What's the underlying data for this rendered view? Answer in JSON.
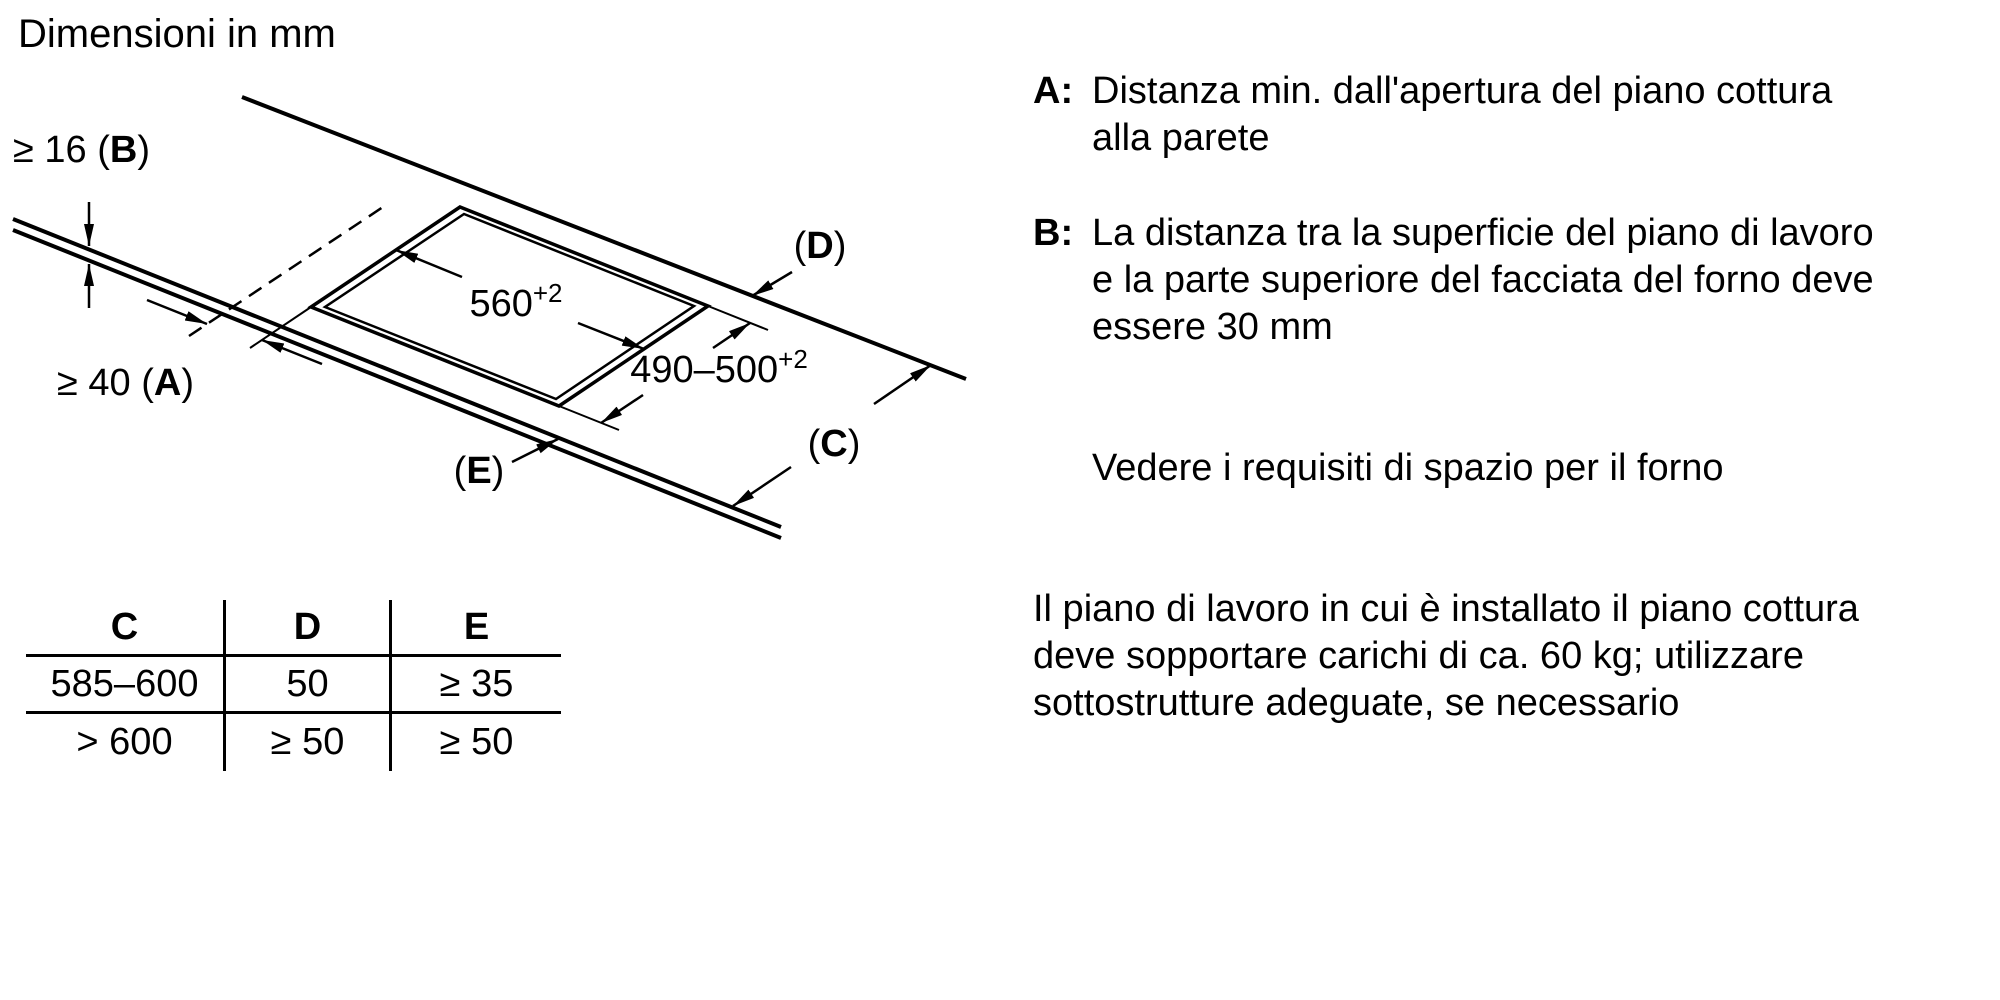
{
  "title": "Dimensioni in mm",
  "diagram": {
    "dim_b": {
      "pre": "≥ 16 (",
      "letter": "B",
      "post": ")"
    },
    "dim_a": {
      "pre": "≥ 40 (",
      "letter": "A",
      "post": ")"
    },
    "dim_width": {
      "value": "560",
      "sup": "+2"
    },
    "dim_depth": {
      "value": "490–500",
      "sup": "+2"
    },
    "label_c": {
      "pre": "(",
      "letter": "C",
      "post": ")"
    },
    "label_d": {
      "pre": "(",
      "letter": "D",
      "post": ")"
    },
    "label_e": {
      "pre": "(",
      "letter": "E",
      "post": ")"
    }
  },
  "table": {
    "headers": [
      "C",
      "D",
      "E"
    ],
    "rows": [
      [
        "585–600",
        "50",
        "≥ 35"
      ],
      [
        "> 600",
        "≥ 50",
        "≥ 50"
      ]
    ]
  },
  "notes": [
    {
      "label": "A:",
      "text": "Distanza min. dall'apertura del piano cottura alla parete"
    },
    {
      "label": "B:",
      "text": "La distanza tra la superficie del piano di lavoro e la parte superiore del facciata del forno deve essere 30 mm"
    }
  ],
  "note_oven": "Vedere i requisiti di spazio per il forno",
  "note_load": "Il piano di lavoro in cui è installato il piano cottura deve sopportare carichi di ca. 60 kg; utilizzare sottostrutture adeguate, se necessario",
  "colors": {
    "ink": "#000000",
    "paper": "#ffffff"
  }
}
